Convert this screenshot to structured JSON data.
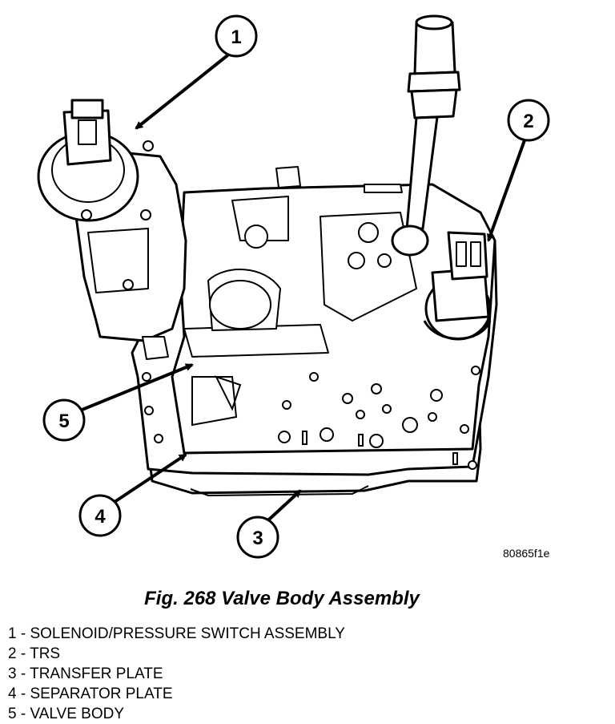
{
  "figure": {
    "code": "80865f1e",
    "caption": "Fig. 268 Valve Body Assembly"
  },
  "callouts": [
    {
      "number": "1"
    },
    {
      "number": "2"
    },
    {
      "number": "3"
    },
    {
      "number": "4"
    },
    {
      "number": "5"
    }
  ],
  "legend": [
    "1 - SOLENOID/PRESSURE SWITCH ASSEMBLY",
    "2 - TRS",
    "3 - TRANSFER PLATE",
    "4 - SEPARATOR PLATE",
    "5 - VALVE BODY"
  ]
}
